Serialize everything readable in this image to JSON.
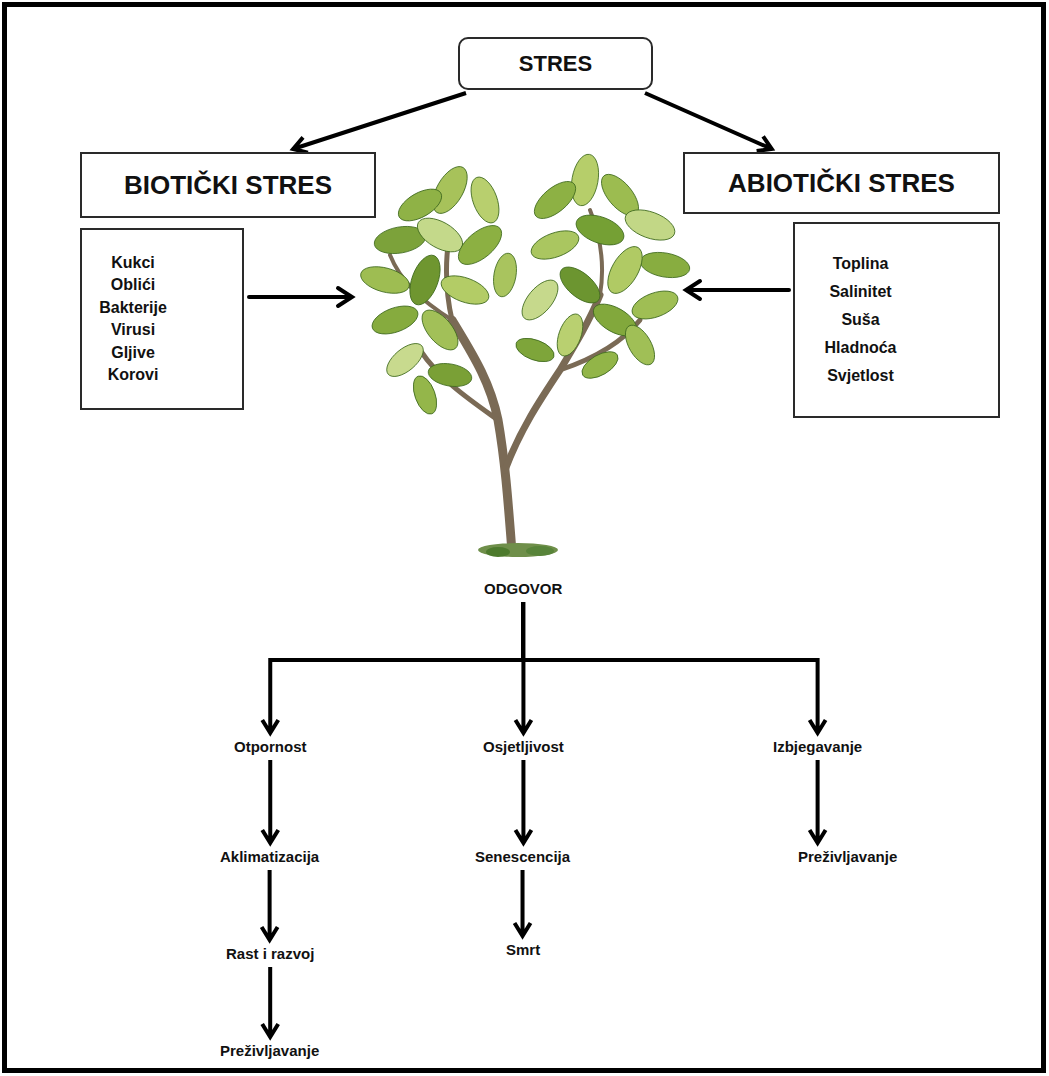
{
  "diagram": {
    "nodes": [
      {
        "text": [
          "STRES"
        ]
      },
      {
        "text": [
          "BIOTIČKI STRES"
        ]
      },
      {
        "text": [
          "Kukci",
          "Oblići",
          "Bakterije",
          "Virusi",
          "Gljive",
          "Korovi"
        ]
      },
      {
        "text": [
          "ABIOTIČKI STRES"
        ]
      },
      {
        "text": [
          "Toplina",
          "Salinitet",
          "Suša",
          "Hladnoća",
          "Svjetlost"
        ]
      },
      {
        "text": [
          "ODGOVOR"
        ]
      },
      {
        "text": [
          "Otpornost"
        ]
      },
      {
        "text": [
          "Aklimatizacija"
        ]
      },
      {
        "text": [
          "Rast i razvoj"
        ]
      },
      {
        "text": [
          "Preživljavanje"
        ]
      },
      {
        "text": [
          "Osjetljivost"
        ]
      },
      {
        "text": [
          "Senescencija"
        ]
      },
      {
        "text": [
          "Smrt"
        ]
      },
      {
        "text": [
          "Izbjegavanje"
        ]
      },
      {
        "text": [
          "Preživljavanje"
        ]
      }
    ],
    "edges": [
      {
        "from": 0,
        "to": 1,
        "arrow": "to"
      },
      {
        "from": 0,
        "to": 3,
        "arrow": "to"
      },
      {
        "from": 5,
        "to": 6,
        "arrow": "to"
      },
      {
        "from": 5,
        "to": 10,
        "arrow": "to"
      },
      {
        "from": 5,
        "to": 13,
        "arrow": "to"
      },
      {
        "from": 6,
        "to": 7,
        "arrow": "to"
      },
      {
        "from": 7,
        "to": 8,
        "arrow": "to"
      },
      {
        "from": 8,
        "to": 9,
        "arrow": "to"
      },
      {
        "from": 10,
        "to": 11,
        "arrow": "to"
      },
      {
        "from": 11,
        "to": 12,
        "arrow": "to"
      },
      {
        "from": 13,
        "to": 14,
        "arrow": "to"
      }
    ]
  }
}
